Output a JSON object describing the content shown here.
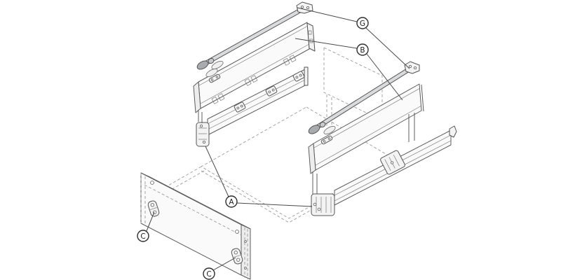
{
  "diagram": {
    "background": "#ffffff"
  },
  "labels": {
    "g": {
      "letter": "G"
    },
    "b": {
      "letter": "B"
    },
    "a": {
      "letter": "A"
    },
    "c1": {
      "letter": "C"
    },
    "c2": {
      "letter": "C"
    }
  },
  "colors": {
    "line": "#5c5c5c",
    "dash_line": "#9a9a9a",
    "leader_line": "#4a4a4a",
    "label_stroke": "#2e2e2e",
    "label_text": "#1c1c1c",
    "label_fill": "#ffffff",
    "rod_fill": "#d9dbdd",
    "rod_cap_fill": "#a9acaf",
    "panel_fill": "#fafafa",
    "panel_shade_fill": "#ededed",
    "bracket_fill": "#f3f3f3"
  }
}
